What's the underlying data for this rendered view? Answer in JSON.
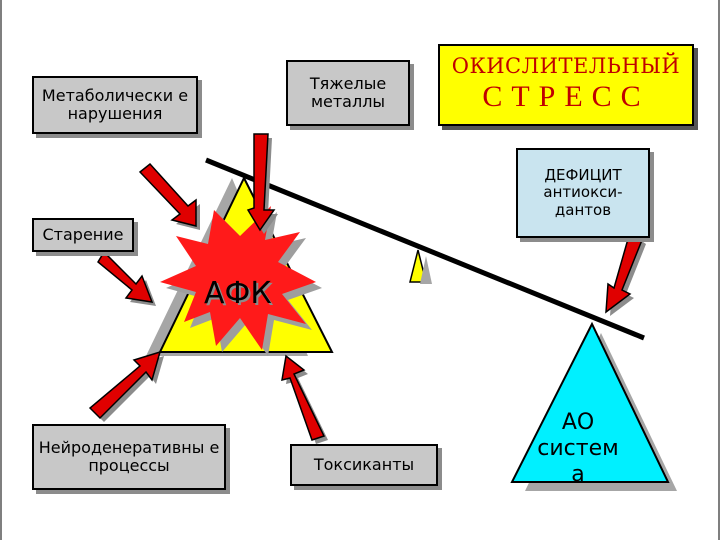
{
  "boxes": {
    "metabolic": "Метаболически е нарушения",
    "heavy_metals": "Тяжелые металлы",
    "aging": "Старение",
    "neuro": "Нейроденеративны е процессы",
    "toxicants": "Токсиканты",
    "deficit": "ДЕФИЦИТ антиокси- дантов"
  },
  "stress": {
    "line1": "ОКИСЛИТЕЛЬНЫЙ",
    "line2": "СТРЕСС"
  },
  "center_label": "АФК",
  "ao_label": "АО систем а",
  "colors": {
    "arrow_red": "#e00000",
    "triangle_yellow": "#ffff00",
    "starburst_red": "#ff1a1a",
    "ao_triangle": "#00f0ff",
    "stress_text": "#c00000",
    "box_grey": "#c8c8c8",
    "box_blue": "#c9e4ef"
  }
}
